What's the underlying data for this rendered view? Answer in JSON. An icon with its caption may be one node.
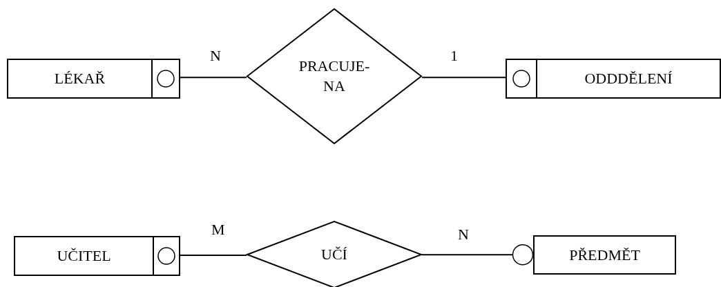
{
  "diagram": {
    "nodes": [
      {
        "text": [
          "LÉKAŘ"
        ]
      },
      {
        "text": [
          "PRACUJE- NA"
        ]
      },
      {
        "text": [
          "ODDDĚLENÍ"
        ]
      },
      {
        "text": [
          "UČITEL"
        ]
      },
      {
        "text": [
          "UČÍ"
        ]
      },
      {
        "text": [
          "PŘEDMĚT"
        ]
      }
    ],
    "edges": [
      {
        "from": 0,
        "to": 1,
        "arrow": "none",
        "label": "N"
      },
      {
        "from": 1,
        "to": 2,
        "arrow": "none",
        "label": "1"
      },
      {
        "from": 3,
        "to": 4,
        "arrow": "none",
        "label": "M"
      },
      {
        "from": 4,
        "to": 5,
        "arrow": "other",
        "label": "N"
      }
    ]
  }
}
